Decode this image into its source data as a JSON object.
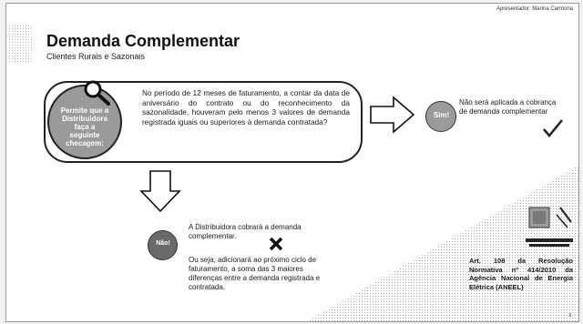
{
  "slide": {
    "credit": "Apresentador: Marina Carmona",
    "title": "Demanda Complementar",
    "subtitle": "Clientes Rurais e Sazonais",
    "page_number": "3"
  },
  "question": {
    "circle_label": "Permite que a Distribuidora faça a seguinte checagem:",
    "text": "No período de 12 meses de faturamento, a contar da data de aniversário do contrato ou do reconhecimento da sazonalidade, houveram pelo menos 3 valores de demanda registrada iguais ou superiores à demanda contratada?"
  },
  "yes_branch": {
    "label": "Sim!",
    "text": "Não será aplicada a cobrança de demanda complementar"
  },
  "no_branch": {
    "label": "Não!",
    "text": "A Distribuidora cobrará a demanda complementar.",
    "explanation": "Ou seja, adicionará ao próximo ciclo de faturamento, a soma das 3 maiores diferenças entre a demanda registrada e contratada."
  },
  "reference": {
    "text": "Art. 108 da Resolução Normativa nº 414/2010 da Agência Nacional de Energia Elétrica (ANEEL)"
  },
  "colors": {
    "circle_gray": "#9a9a9a",
    "circle_dark": "#6a6a6a",
    "text": "#1a1a1a"
  }
}
